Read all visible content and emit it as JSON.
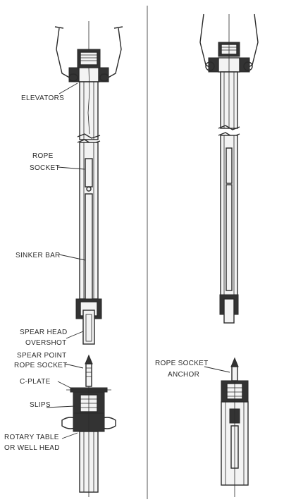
{
  "labels": {
    "elevators": "ELEVATORS",
    "rope_socket_1": "ROPE",
    "rope_socket_2": "SOCKET",
    "sinker_bar": "SINKER BAR",
    "spear_head_1": "SPEAR HEAD",
    "spear_head_2": "OVERSHOT",
    "spear_point_1": "SPEAR POINT",
    "spear_point_2": "ROPE SOCKET",
    "c_plate": "C-PLATE",
    "slips": "SLIPS",
    "rotary_1": "ROTARY TABLE",
    "rotary_2": "OR WELL HEAD",
    "anchor_1": "ROPE SOCKET",
    "anchor_2": "ANCHOR"
  }
}
